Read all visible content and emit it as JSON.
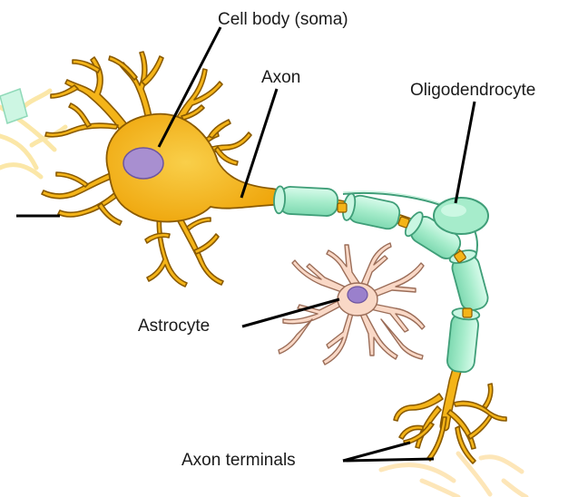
{
  "labels": {
    "cell_body": "Cell body (soma)",
    "axon": "Axon",
    "oligodendrocyte": "Oligodendrocyte",
    "astrocyte": "Astrocyte",
    "axon_terminals": "Axon terminals"
  },
  "colors": {
    "neuron_fill": "#f4b418",
    "neuron_stroke": "#8a5a00",
    "nucleus": "#a88fd0",
    "myelin_fill": "#a6eccb",
    "myelin_stroke": "#3f9e78",
    "astrocyte_fill": "#f9d8c6",
    "astrocyte_stroke": "#9b6d58",
    "astrocyte_nucleus": "#9a80cc",
    "leader_line": "#000000"
  }
}
